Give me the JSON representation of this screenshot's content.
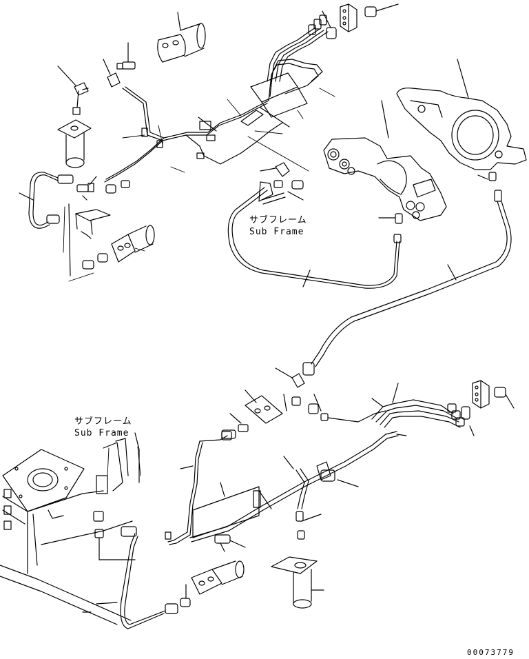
{
  "labels": {
    "top": {
      "jp": "サブフレーム",
      "en": "Sub Frame"
    },
    "bottom": {
      "jp": "サブフレーム",
      "en": "Sub Frame"
    }
  },
  "drawing_number": "00073779",
  "colors": {
    "line": "#000000",
    "background": "#ffffff"
  }
}
